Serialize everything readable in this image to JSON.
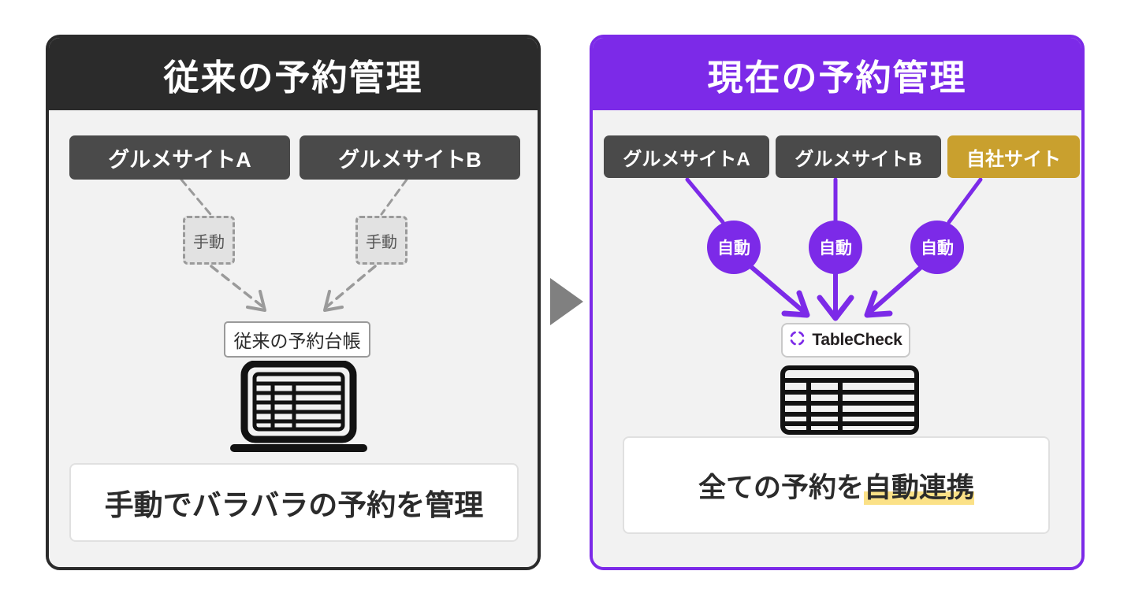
{
  "left_panel": {
    "header_title": "従来の予約管理",
    "sources": [
      {
        "label": "グルメサイトA",
        "style": "dark"
      },
      {
        "label": "グルメサイトB",
        "style": "dark"
      }
    ],
    "connectors": [
      {
        "label": "手動",
        "kind": "dashed-box"
      },
      {
        "label": "手動",
        "kind": "dashed-box"
      }
    ],
    "target_label": "従来の予約台帳",
    "target_icon": "laptop-spreadsheet-icon",
    "caption": "手動でバラバラの予約を管理"
  },
  "right_panel": {
    "header_title": "現在の予約管理",
    "sources": [
      {
        "label": "グルメサイトA",
        "style": "dark"
      },
      {
        "label": "グルメサイトB",
        "style": "dark"
      },
      {
        "label": "自社サイト",
        "style": "gold"
      }
    ],
    "connectors": [
      {
        "label": "自動",
        "kind": "circle"
      },
      {
        "label": "自動",
        "kind": "circle"
      },
      {
        "label": "自動",
        "kind": "circle"
      }
    ],
    "target_label": "TableCheck",
    "target_logo_icon": "tablecheck-brackets-icon",
    "target_icon": "spreadsheet-grid-icon",
    "caption_prefix": "全ての予約を",
    "caption_highlight": "自動連携"
  },
  "divider": {
    "icon": "play-triangle-icon"
  },
  "colors": {
    "dark": "#2b2b2b",
    "chip_dark": "#4a4a4a",
    "purple": "#7c2ae8",
    "gold": "#c9a02e",
    "panel_bg": "#f2f2f2",
    "dashed_gray": "#9a9a9a",
    "highlight_yellow": "#fbe187",
    "divider_gray": "#808080"
  }
}
